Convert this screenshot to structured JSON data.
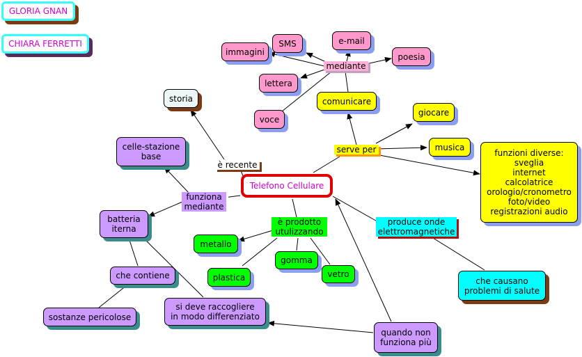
{
  "authors": [
    "GLORIA GNAN",
    "CHIARA FERRETTI"
  ],
  "concepts": {
    "telefono": "Telefono Cellulare",
    "storia": "storia",
    "celle": "celle-stazione\nbase",
    "batteria": "batteria\niterna",
    "contiene": "che contiene",
    "sostanze": "sostanze pericolose",
    "raccogliere": "si deve raccogliere\nin modo differenziato",
    "metallo": "metallo",
    "plastica": "plastica",
    "gomma": "gomma",
    "vetro": "vetro",
    "causano": "che causano\nproblemi di salute",
    "non_funziona": "quando non\nfunziona più",
    "comunicare": "comunicare",
    "giocare": "giocare",
    "musica": "musica",
    "funzioni": "funzioni diverse:\nsveglia\ninternet\ncalcolatrice\norologio/cronometro\nfoto/video\nregistrazioni audio",
    "immagini": "immagini",
    "sms": "SMS",
    "email": "e-mail",
    "poesia": "poesia",
    "lettera": "lettera",
    "voce": "voce"
  },
  "linking_phrases": {
    "mediante": "mediante",
    "e_recente": "è recente",
    "serve_per": "serve per",
    "funziona_mediante": "funziona\nmediante",
    "prodotto": "è prodotto\nutulizzando",
    "produce_onde": "produce onde\nelettromagnetiche"
  },
  "colors": {
    "pink": "#ff99cc",
    "yellow": "#ffff00",
    "violet": "#cc99ff",
    "green": "#00ff00",
    "cyan": "#00ffff",
    "center_border": "#e00000",
    "author_text": "#d000d0",
    "author_border": "#33ffff"
  }
}
